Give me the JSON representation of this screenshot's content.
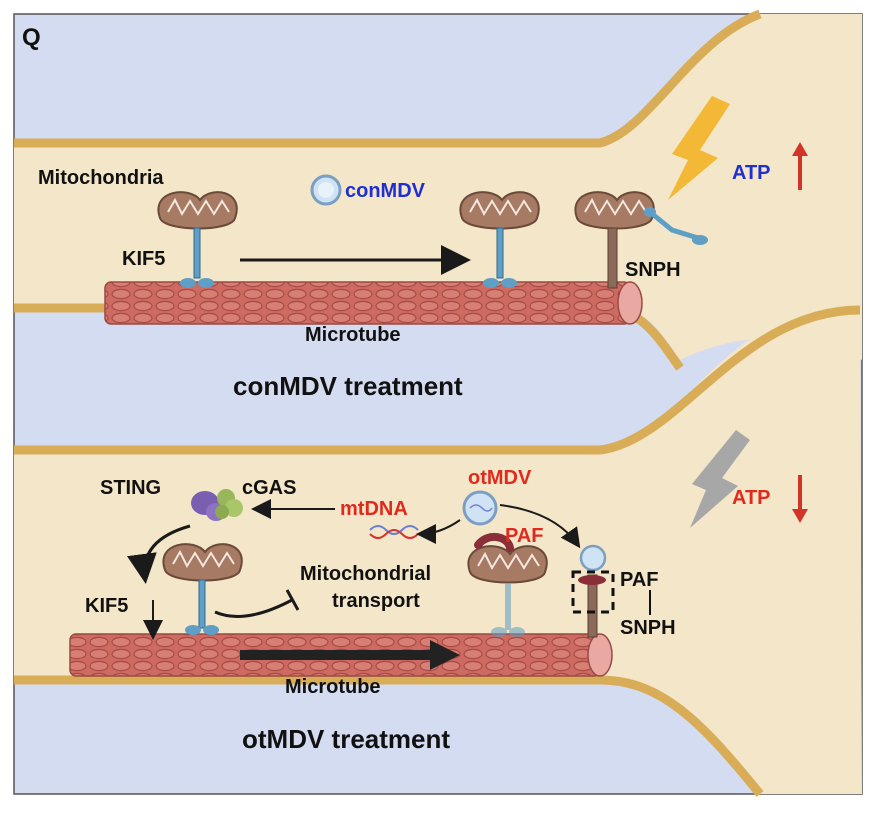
{
  "panel_label": "Q",
  "colors": {
    "background": "#d4dcf1",
    "axon_fill": "#f4e6c9",
    "membrane": "#d9ad58",
    "microtube": "#c7655d",
    "mito": "#a67a63",
    "kif5": "#5f9fc6",
    "text_blue": "#1f2fd0",
    "text_red": "#e02a1e",
    "bolt_yellow": "#f2b836",
    "bolt_gray": "#a7a7a7"
  },
  "top": {
    "title": "conMDV treatment",
    "mitochondria": "Mitochondria",
    "vesicle": "conMDV",
    "kif5": "KIF5",
    "snph": "SNPH",
    "atp": "ATP",
    "microtube": "Microtube"
  },
  "bottom": {
    "title": "otMDV treatment",
    "sting": "STING",
    "cgas": "cGAS",
    "mtdna": "mtDNA",
    "vesicle": "otMDV",
    "paf": "PAF",
    "paf_right": "PAF",
    "snph": "SNPH",
    "atp": "ATP",
    "transport_line1": "Mitochondrial",
    "transport_line2": "transport",
    "kif5": "KIF5",
    "microtube": "Microtube"
  }
}
